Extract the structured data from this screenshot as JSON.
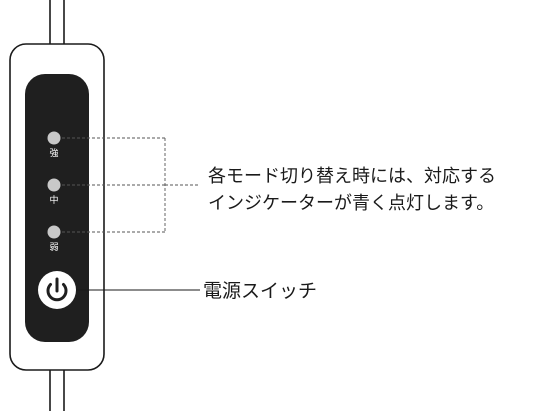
{
  "controller": {
    "levels": [
      {
        "label": "強"
      },
      {
        "label": "中"
      },
      {
        "label": "弱"
      }
    ],
    "indicator_color": "#c8c8c8",
    "body_color": "#ffffff",
    "panel_color": "#1f1f1f"
  },
  "callouts": {
    "indicator_line1": "各モード切り替え時には、対応する",
    "indicator_line2": "インジケーターが青く点灯します。",
    "power": "電源スイッチ"
  }
}
